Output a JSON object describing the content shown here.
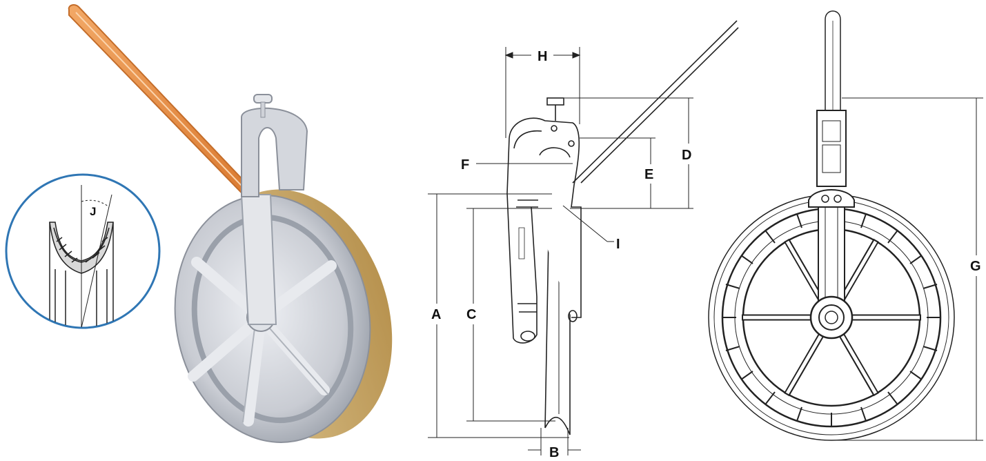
{
  "labels": {
    "inset": {
      "J": "J"
    },
    "side_view": {
      "H": "H",
      "F": "F",
      "E": "E",
      "D": "D",
      "I": "I",
      "A": "A",
      "C": "C",
      "B": "B"
    },
    "front_view": {
      "G": "G"
    }
  },
  "colors": {
    "inset_circle": "#2f76b4",
    "handle_orange": "#e8934a",
    "wheel_silver": "#c9ccd3",
    "wheel_rim_tan": "#c9a66a",
    "line_art": "#222222"
  }
}
